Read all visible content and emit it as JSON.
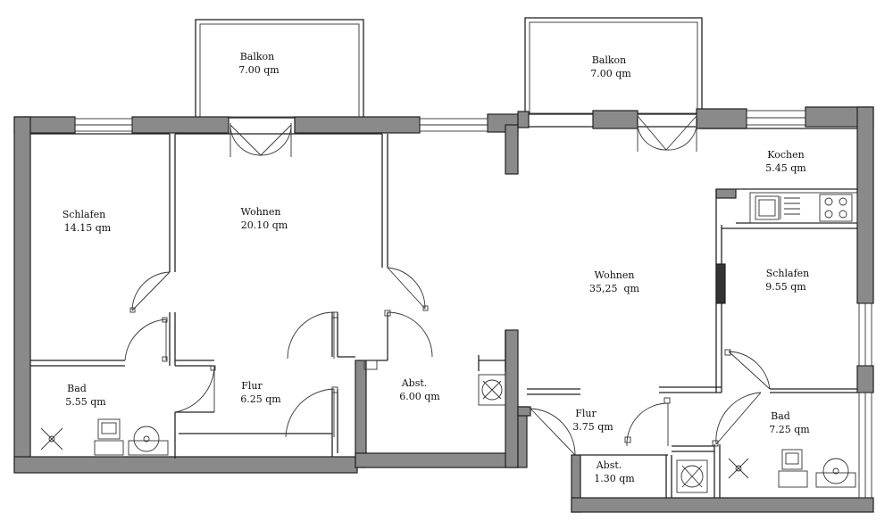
{
  "rooms": {
    "balkon_left": {
      "name": "Balkon",
      "area": "7.00 qm"
    },
    "balkon_right": {
      "name": "Balkon",
      "area": "7.00 qm"
    },
    "schlafen_left": {
      "name": "Schlafen",
      "area": "14.15 qm"
    },
    "wohnen_left": {
      "name": "Wohnen",
      "area": "20.10 qm"
    },
    "bad_left": {
      "name": "Bad",
      "area": "5.55 qm"
    },
    "flur_left": {
      "name": "Flur",
      "area": "6.25 qm"
    },
    "abst_left": {
      "name": "Abst.",
      "area": "6.00 qm"
    },
    "kochen": {
      "name": "Kochen",
      "area": "5.45 qm"
    },
    "wohnen_right": {
      "name": "Wohnen",
      "area": "35,25  qm"
    },
    "schlafen_right": {
      "name": "Schlafen",
      "area": "9.55 qm"
    },
    "flur_right": {
      "name": "Flur",
      "area": "3.75 qm"
    },
    "abst_right": {
      "name": "Abst.",
      "area": "1.30 qm"
    },
    "bad_right": {
      "name": "Bad",
      "area": "7.25 qm"
    }
  }
}
